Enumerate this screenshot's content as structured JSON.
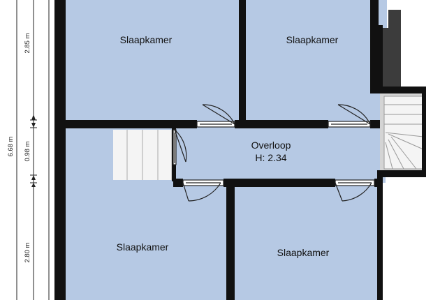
{
  "colors": {
    "room_fill": "#b6c9e4",
    "wall": "#111111",
    "stair_bg": "#d4d4d4",
    "step": "#f4f4f4",
    "dark_shaft": "#3c3c3c",
    "dim_line": "#222222"
  },
  "rooms": {
    "bedroom_top_left": "Slaapkamer",
    "bedroom_top_right": "Slaapkamer",
    "landing_name": "Overloop",
    "landing_height": "H: 2.34",
    "bedroom_bottom_left": "Slaapkamer",
    "bedroom_bottom_right": "Slaapkamer"
  },
  "dimensions": {
    "total": "6.68 m",
    "top": "2.85 m",
    "middle": "0.98 m",
    "bottom": "2.80 m"
  }
}
